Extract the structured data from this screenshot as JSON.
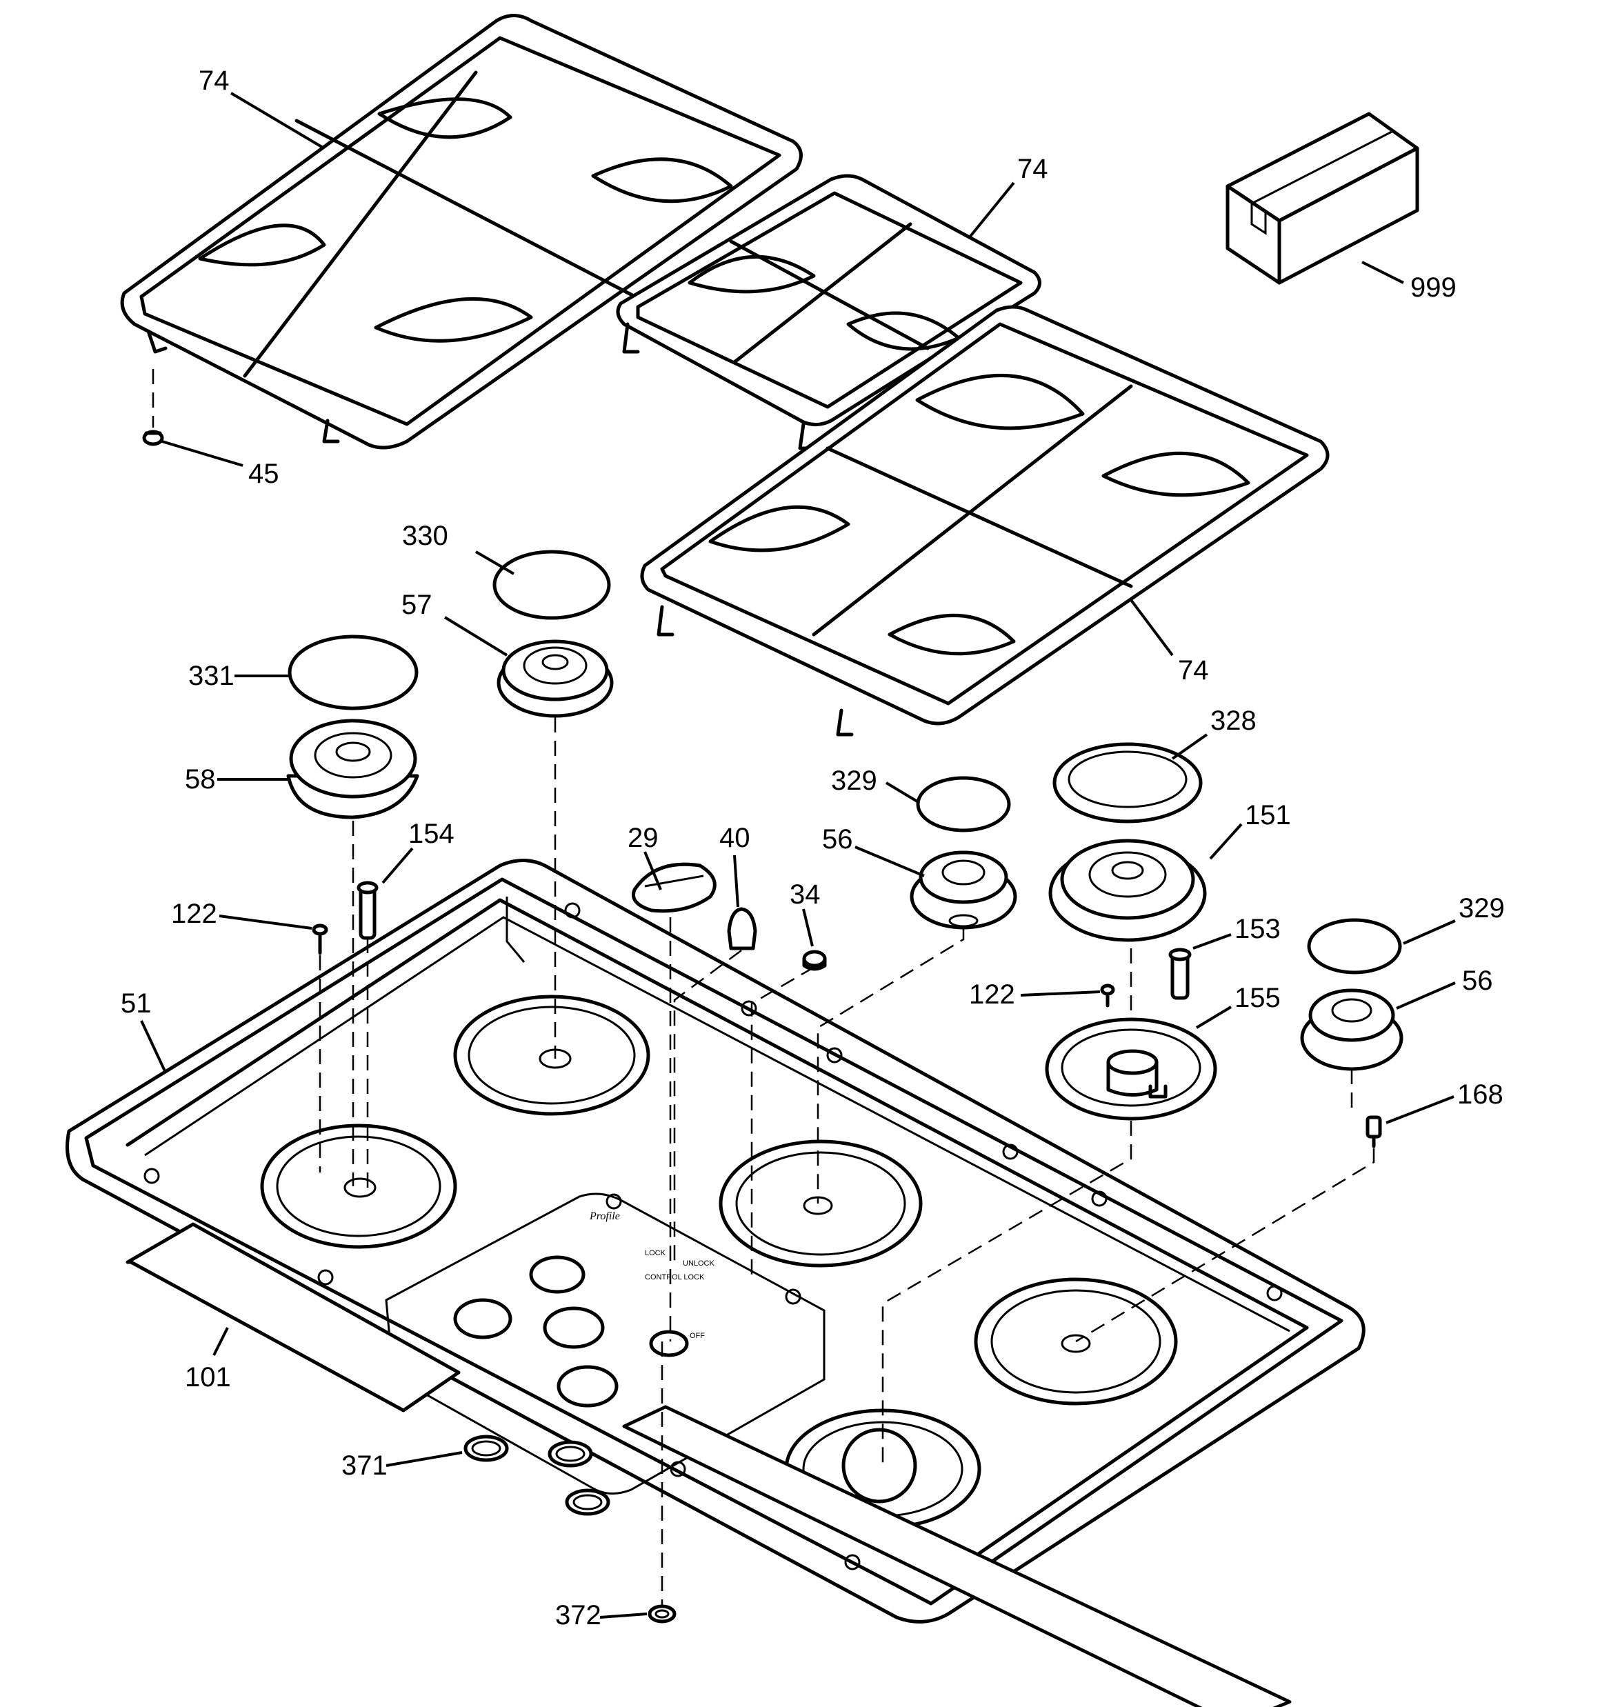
{
  "diagram": {
    "labels": {
      "grate_left": "74",
      "grate_middle": "74",
      "grate_right": "74",
      "literature_box": "999",
      "grate_foot": "45",
      "cap_330": "330",
      "head_57": "57",
      "cap_331": "331",
      "head_58": "58",
      "electrode_154": "154",
      "screw_122_left": "122",
      "cooktop_51": "51",
      "knob_29": "29",
      "indicator_40": "40",
      "plug_34": "34",
      "cap_329_mid": "329",
      "head_56_mid": "56",
      "cap_328": "328",
      "head_151": "151",
      "electrode_153": "153",
      "screw_122_right": "122",
      "base_155": "155",
      "cap_329_right": "329",
      "head_56_right": "56",
      "electrode_168": "168",
      "gasket_101": "101",
      "grommet_371": "371",
      "grommet_372": "372"
    },
    "panel_text": {
      "brand": "Profile",
      "lock": "LOCK",
      "unlock": "UNLOCK",
      "control_lock": "CONTROL LOCK",
      "off": "OFF"
    }
  }
}
